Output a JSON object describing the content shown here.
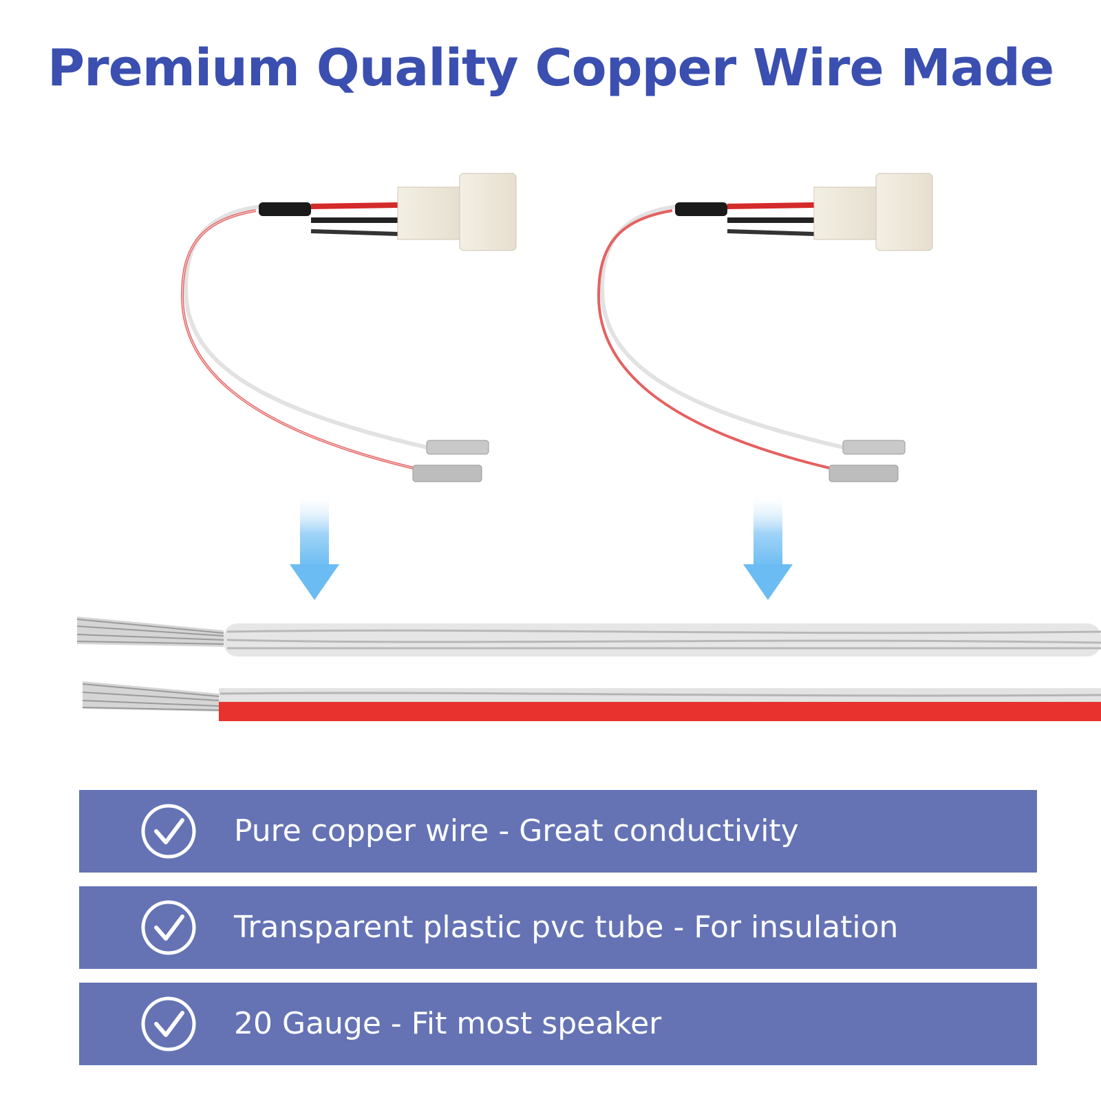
{
  "title": "Premium Quality Copper Wire Made",
  "features": [
    "Pure copper wire - Great conductivity",
    "Transparent plastic pvc tube - For insulation",
    "20 Gauge - Fit most speaker"
  ],
  "colors": {
    "title": "#3b4fb0",
    "banner": "#6573b5",
    "arrow": "#7cc3f5",
    "red_insulation": "#e8322e",
    "clear_insulation": "#d8d8d8"
  },
  "icons": [
    "check-circle-icon",
    "arrow-down-icon"
  ]
}
